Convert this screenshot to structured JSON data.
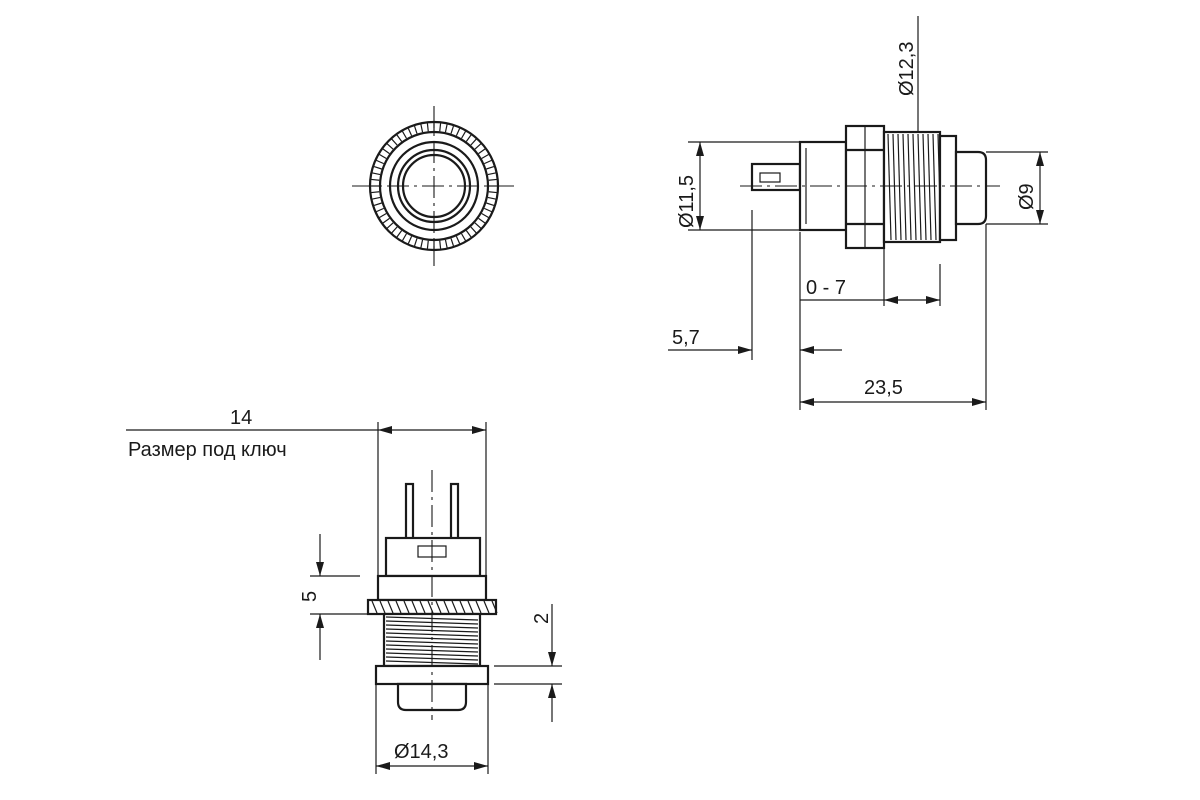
{
  "title": "",
  "colors": {
    "line": "#1a1a1a",
    "background": "#ffffff"
  },
  "dimensions": {
    "d12_3": "Ø12,3",
    "d11_5": "Ø11,5",
    "d9": "Ø9",
    "adj": "0 - 7",
    "len5_7": "5,7",
    "len23_5": "23,5",
    "wrench": "14",
    "wrench_note": "Размер под ключ",
    "h5": "5",
    "h2": "2",
    "d14_3": "Ø14,3"
  }
}
